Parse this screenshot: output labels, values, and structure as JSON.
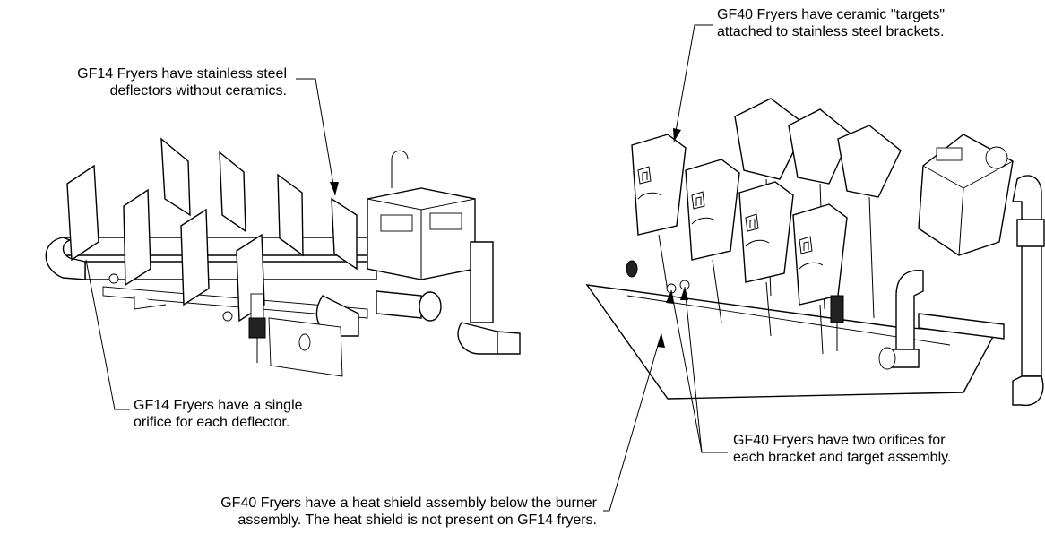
{
  "callouts": {
    "gf14_deflectors": {
      "line1": "GF14 Fryers have stainless steel",
      "line2": "deflectors without ceramics."
    },
    "gf14_orifice": {
      "line1": "GF14 Fryers have a single",
      "line2": "orifice for each deflector."
    },
    "gf40_targets": {
      "line1": "GF40 Fryers have ceramic \"targets\"",
      "line2": "attached to stainless steel brackets."
    },
    "gf40_orifices": {
      "line1": "GF40 Fryers have two orifices for",
      "line2": "each bracket and target assembly."
    },
    "gf40_heat_shield": {
      "line1": "GF40 Fryers have a heat shield assembly below the burner",
      "line2": "assembly.  The heat shield is not present on GF14 fryers."
    }
  }
}
